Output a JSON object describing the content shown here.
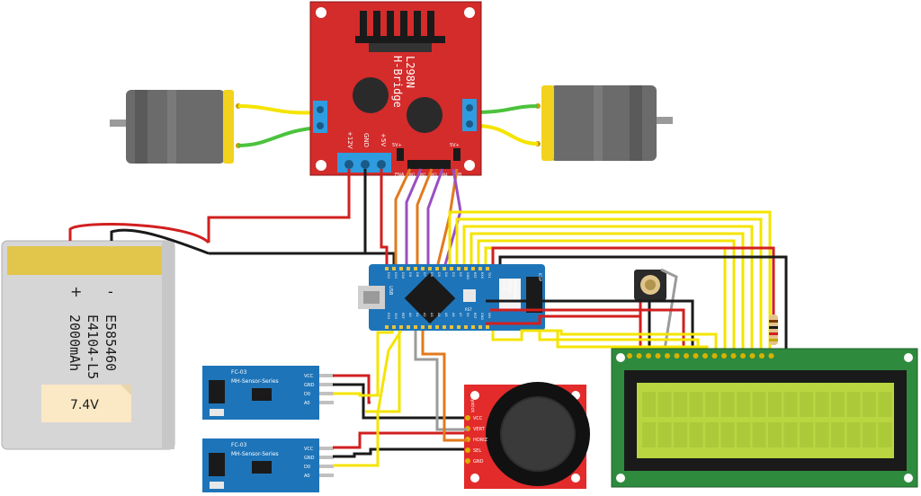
{
  "hbridge": {
    "title": "L298N",
    "subtitle": "H-Bridge",
    "pin_12v": "+12V",
    "pin_gnd": "GND",
    "pin_5v": "+5V",
    "jumper_left": "5V+",
    "jumper_right": "5V+",
    "ena": "ENA",
    "enb": "ENB",
    "in_pins": [
      "IN1",
      "IN2",
      "IN3",
      "IN4"
    ]
  },
  "battery": {
    "line1": "E585460",
    "line2": "E4104-L5",
    "line3": "2000mAh",
    "plus": "+",
    "minus": "-",
    "voltage_label": "7.4V"
  },
  "arduino": {
    "name": "ARDUINO",
    "model": "NANO",
    "version": "V3.0",
    "usb": "USB",
    "icsp": "ICSP",
    "rst": "RST",
    "top_pins": [
      "D12",
      "D11",
      "D10",
      "D9",
      "D8",
      "D7",
      "D6",
      "D5",
      "D4",
      "D3",
      "D2",
      "GND",
      "RST",
      "RX0",
      "TX1"
    ],
    "bottom_pins": [
      "D13",
      "3V3",
      "REF",
      "A0",
      "A1",
      "A2",
      "A3",
      "A4",
      "A5",
      "A6",
      "A7",
      "5V",
      "RST",
      "GND",
      "VIN"
    ]
  },
  "sensors": [
    {
      "model": "FC-03",
      "series": "MH-Sensor-Series",
      "pins": [
        "VCC",
        "GND",
        "D0",
        "A0"
      ]
    },
    {
      "model": "FC-03",
      "series": "MH-Sensor-Series",
      "pins": [
        "VCC",
        "GND",
        "D0",
        "A0"
      ]
    }
  ],
  "joystick": {
    "label": "Joystick",
    "pins": [
      "VCC",
      "VERT",
      "HORIZ",
      "SEL",
      "GND"
    ]
  },
  "lcd": {
    "label": ""
  },
  "colors": {
    "red": "#d21f1f",
    "black": "#1a1a1a",
    "yellow": "#f4e400",
    "green": "#4cc23d",
    "orange": "#e27a1e",
    "purple": "#9a4fc2",
    "grey": "#9b9b9b",
    "board_red": "#d42b2b",
    "nano_blue": "#1e74b8",
    "lcd_green": "#2e8b3e",
    "lcd_screen": "#b9d641"
  },
  "icons": [
    "dc-motor-icon",
    "potentiometer-icon",
    "resistor-icon",
    "joystick-knob-icon"
  ]
}
